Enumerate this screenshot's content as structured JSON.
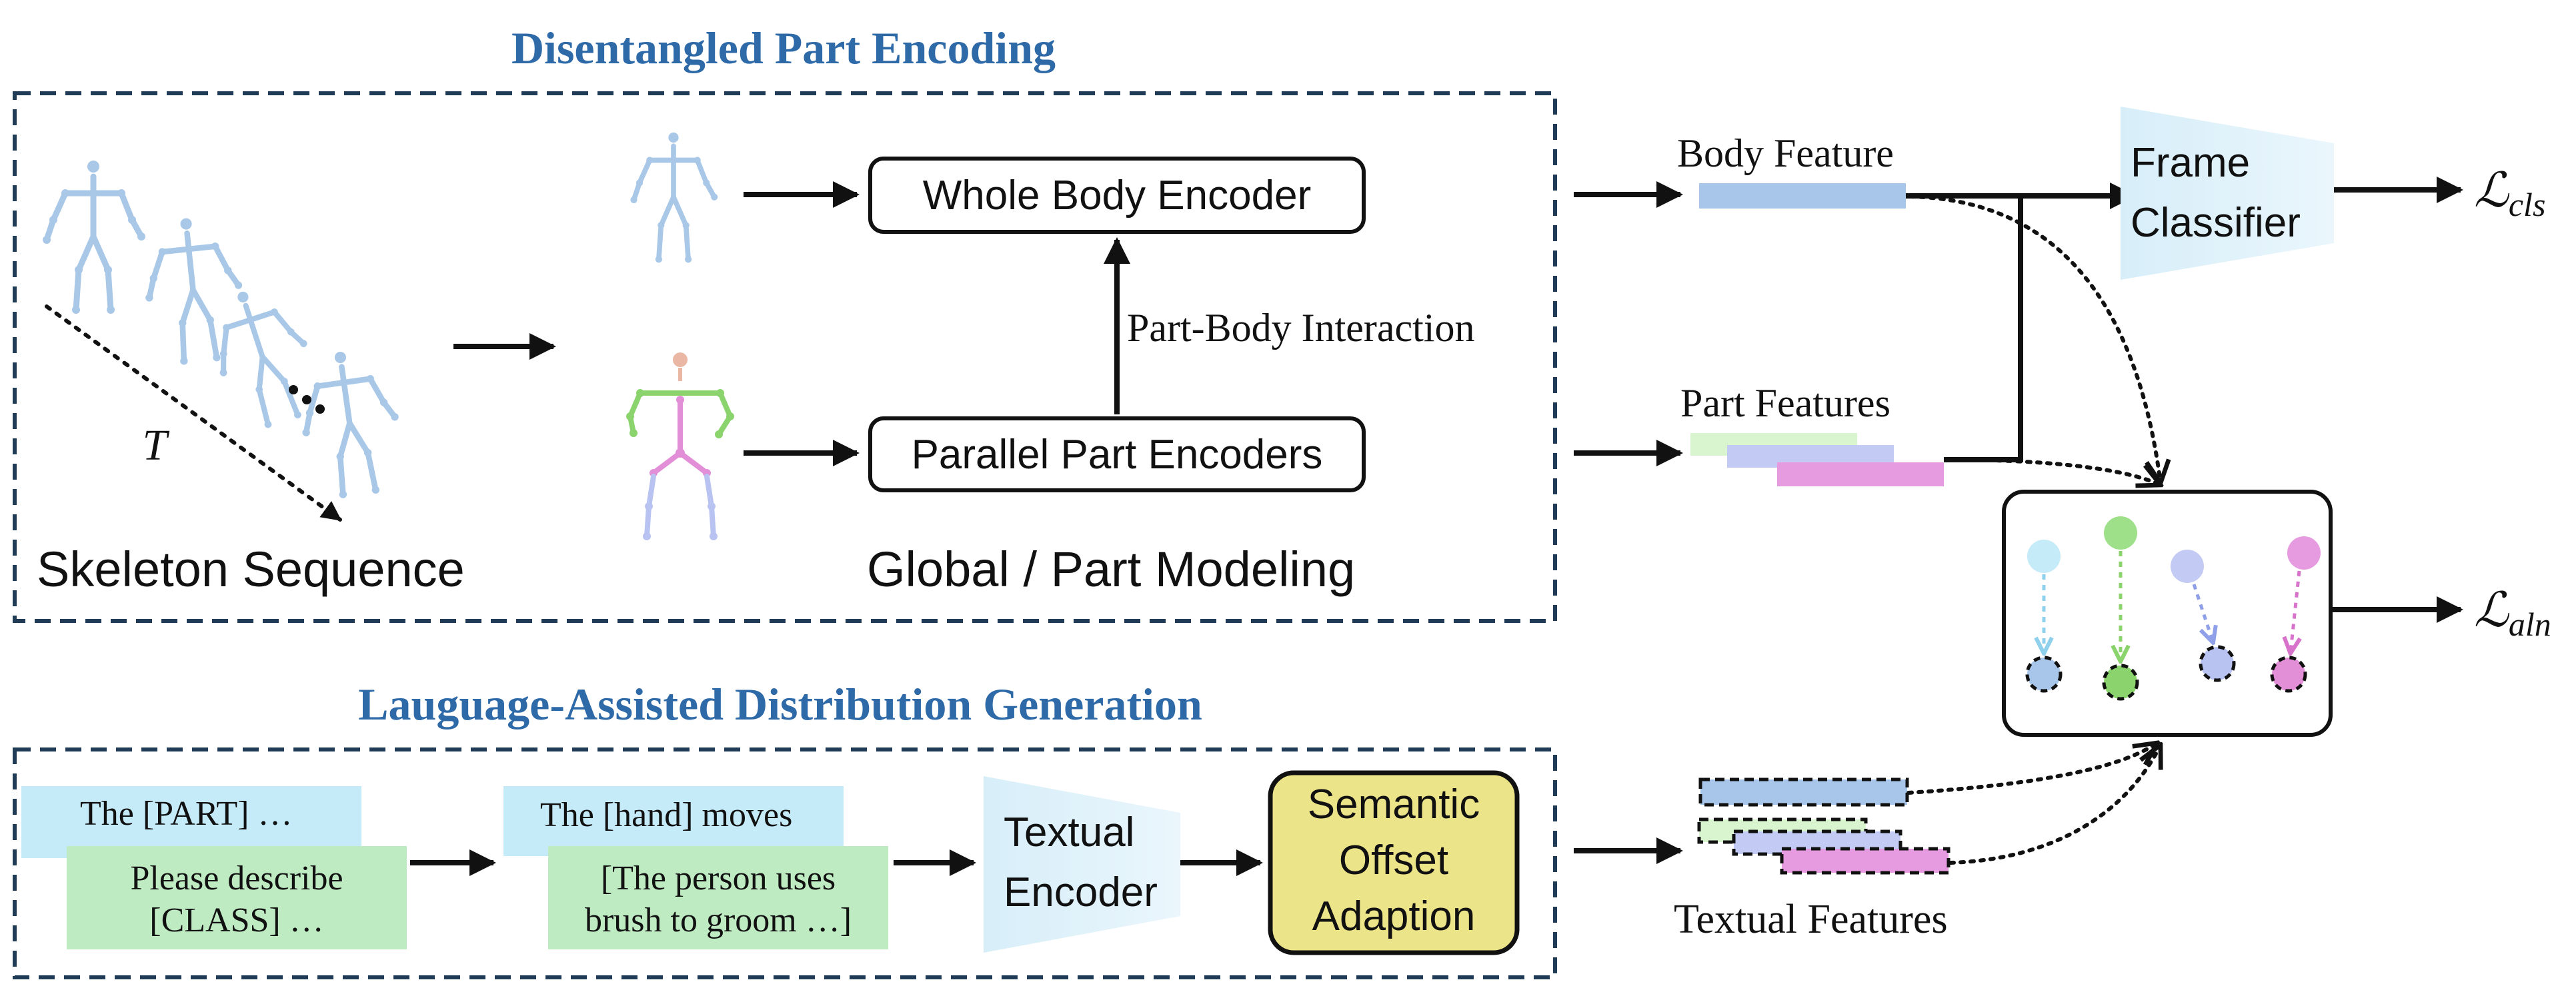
{
  "sections": {
    "top_title": "Disentangled Part Encoding",
    "bottom_title": "Lauguage-Assisted Distribution Generation"
  },
  "skeleton": {
    "sequence_label": "Skeleton Sequence",
    "time_symbol": "T",
    "modeling_label": "Global / Part Modeling"
  },
  "encoders": {
    "whole_body": "Whole Body Encoder",
    "parallel_part": "Parallel Part Encoders",
    "interaction": "Part-Body Interaction"
  },
  "features": {
    "body": "Body Feature",
    "part": "Part Features",
    "textual": "Textual Features"
  },
  "classifier": {
    "line1": "Frame",
    "line2": "Classifier"
  },
  "losses": {
    "cls_base": "ℒ",
    "cls_sub": "cls",
    "aln_base": "ℒ",
    "aln_sub": "aln"
  },
  "prompts": {
    "template1": "The [PART] …",
    "template2_line1": "Please describe",
    "template2_line2": "[CLASS] …",
    "generated1": "The [hand] moves",
    "generated2_line1": "[The person uses",
    "generated2_line2": "brush to groom …]"
  },
  "text_encoder": {
    "line1": "Textual",
    "line2": "Encoder"
  },
  "semantic_offset": {
    "line1": "Semantic",
    "line2": "Offset",
    "line3": "Adaption"
  },
  "colors": {
    "title_blue": "#2f6aa8",
    "skeleton_blue": "#a9c8e8",
    "part_green": "#8bd36c",
    "part_pink": "#e38fd8",
    "part_lavender": "#b9c3f2",
    "body_feature": "#a7c6ea",
    "soa_fill": "#ece489",
    "prompt_cyan": "#c6ebf8",
    "prompt_green": "#bfebc3"
  }
}
